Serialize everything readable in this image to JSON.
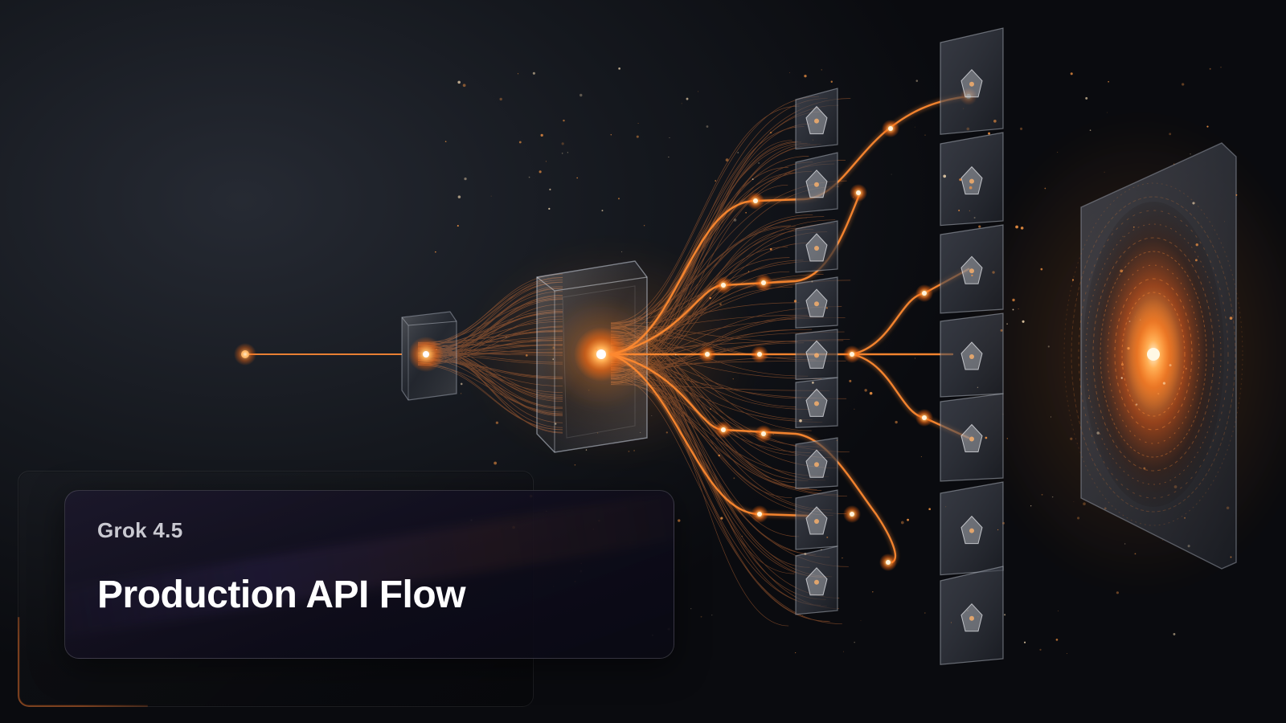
{
  "card": {
    "subtitle": "Grok 4.5",
    "title": "Production API Flow"
  },
  "colors": {
    "background": "#14171d",
    "accent": "#ff7a1f",
    "card_bg": "#141226",
    "title_text": "#ffffff",
    "subtitle_text": "#c9c9d1"
  },
  "illustration": {
    "glow_icon": "orange-glow-node",
    "panel_icon": "glass-crystal-panel",
    "source_icon": "input-particle",
    "target_icon": "output-core-disc"
  }
}
